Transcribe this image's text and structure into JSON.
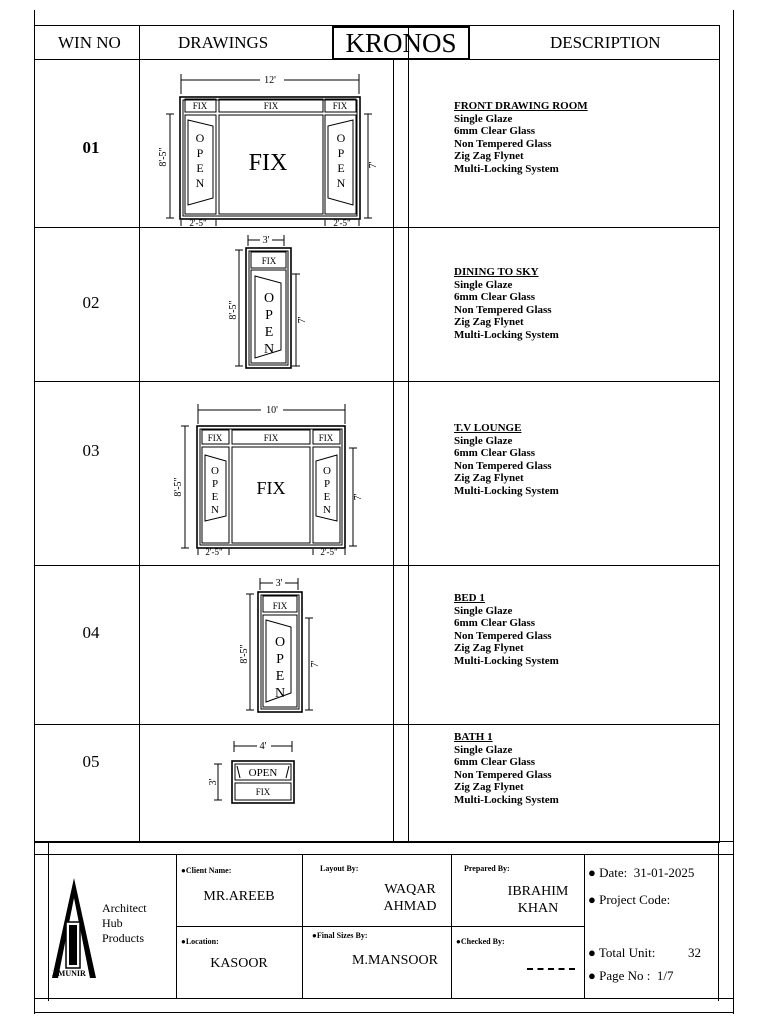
{
  "header": {
    "win_no": "WIN NO",
    "drawings": "DRAWINGS",
    "brand": "KRONOS",
    "description": "DESCRIPTION"
  },
  "windows": [
    {
      "no": "01",
      "title": "FRONT DRAWING ROOM",
      "specs": [
        "Single Glaze",
        "6mm Clear Glass",
        "Non Tempered Glass",
        "Zig Zag Flynet",
        "Multi-Locking System"
      ]
    },
    {
      "no": "02",
      "title": "DINING TO SKY",
      "specs": [
        "Single Glaze",
        "6mm Clear Glass",
        "Non Tempered Glass",
        "Zig Zag Flynet",
        "Multi-Locking System"
      ]
    },
    {
      "no": "03",
      "title": "T.V LOUNGE",
      "specs": [
        "Single Glaze",
        "6mm Clear Glass",
        "Non Tempered Glass",
        "Zig Zag Flynet",
        "Multi-Locking System"
      ]
    },
    {
      "no": "04",
      "title": "BED 1",
      "specs": [
        "Single Glaze",
        "6mm Clear Glass",
        "Non Tempered Glass",
        "Zig Zag Flynet",
        "Multi-Locking System"
      ]
    },
    {
      "no": "05",
      "title": "BATH 1",
      "specs": [
        "Single Glaze",
        "6mm Clear Glass",
        "Non Tempered Glass",
        "Zig Zag Flynet",
        "Multi-Locking System"
      ]
    }
  ],
  "drawings": {
    "w1": {
      "width": "12'",
      "height": "8'-5\"",
      "side_height": "7'",
      "side_width": "2'-5\"",
      "fix": "FIX",
      "open": "OPEN"
    },
    "w2": {
      "width": "3'",
      "height": "8'-5\"",
      "side_height": "7'",
      "fix": "FIX",
      "open": "OPEN"
    },
    "w3": {
      "width": "10'",
      "height": "8'-5\"",
      "side_height": "7'",
      "side_width": "2'-5\"",
      "fix": "FIX",
      "open": "OPEN"
    },
    "w4": {
      "width": "3'",
      "height": "8'-5\"",
      "side_height": "7'",
      "fix": "FIX",
      "open": "OPEN"
    },
    "w5": {
      "width": "4'",
      "height": "3'",
      "fix": "FIX",
      "open": "OPEN"
    }
  },
  "footer": {
    "logo_line1": "Architect",
    "logo_line2": "Hub",
    "logo_line3": "Products",
    "logo_tag": "AL-MUNIR",
    "client_label": "Client Name:",
    "client_value": "MR.AREEB",
    "layout_label": "Layout By:",
    "layout_value_1": "WAQAR",
    "layout_value_2": "AHMAD",
    "prepared_label": "Prepared  By:",
    "prepared_value_1": "IBRAHIM",
    "prepared_value_2": "KHAN",
    "location_label": "Location:",
    "location_value": "KASOOR",
    "final_label": "Final Sizes By:",
    "final_value": "M.MANSOOR",
    "checked_label": "Checked  By:",
    "date_label": "Date:",
    "date_value": "31-01-2025",
    "project_code_label": "Project Code:",
    "total_unit_label": "Total Unit:",
    "total_unit_value": "32",
    "page_label": "Page No :",
    "page_value": "1/7"
  }
}
